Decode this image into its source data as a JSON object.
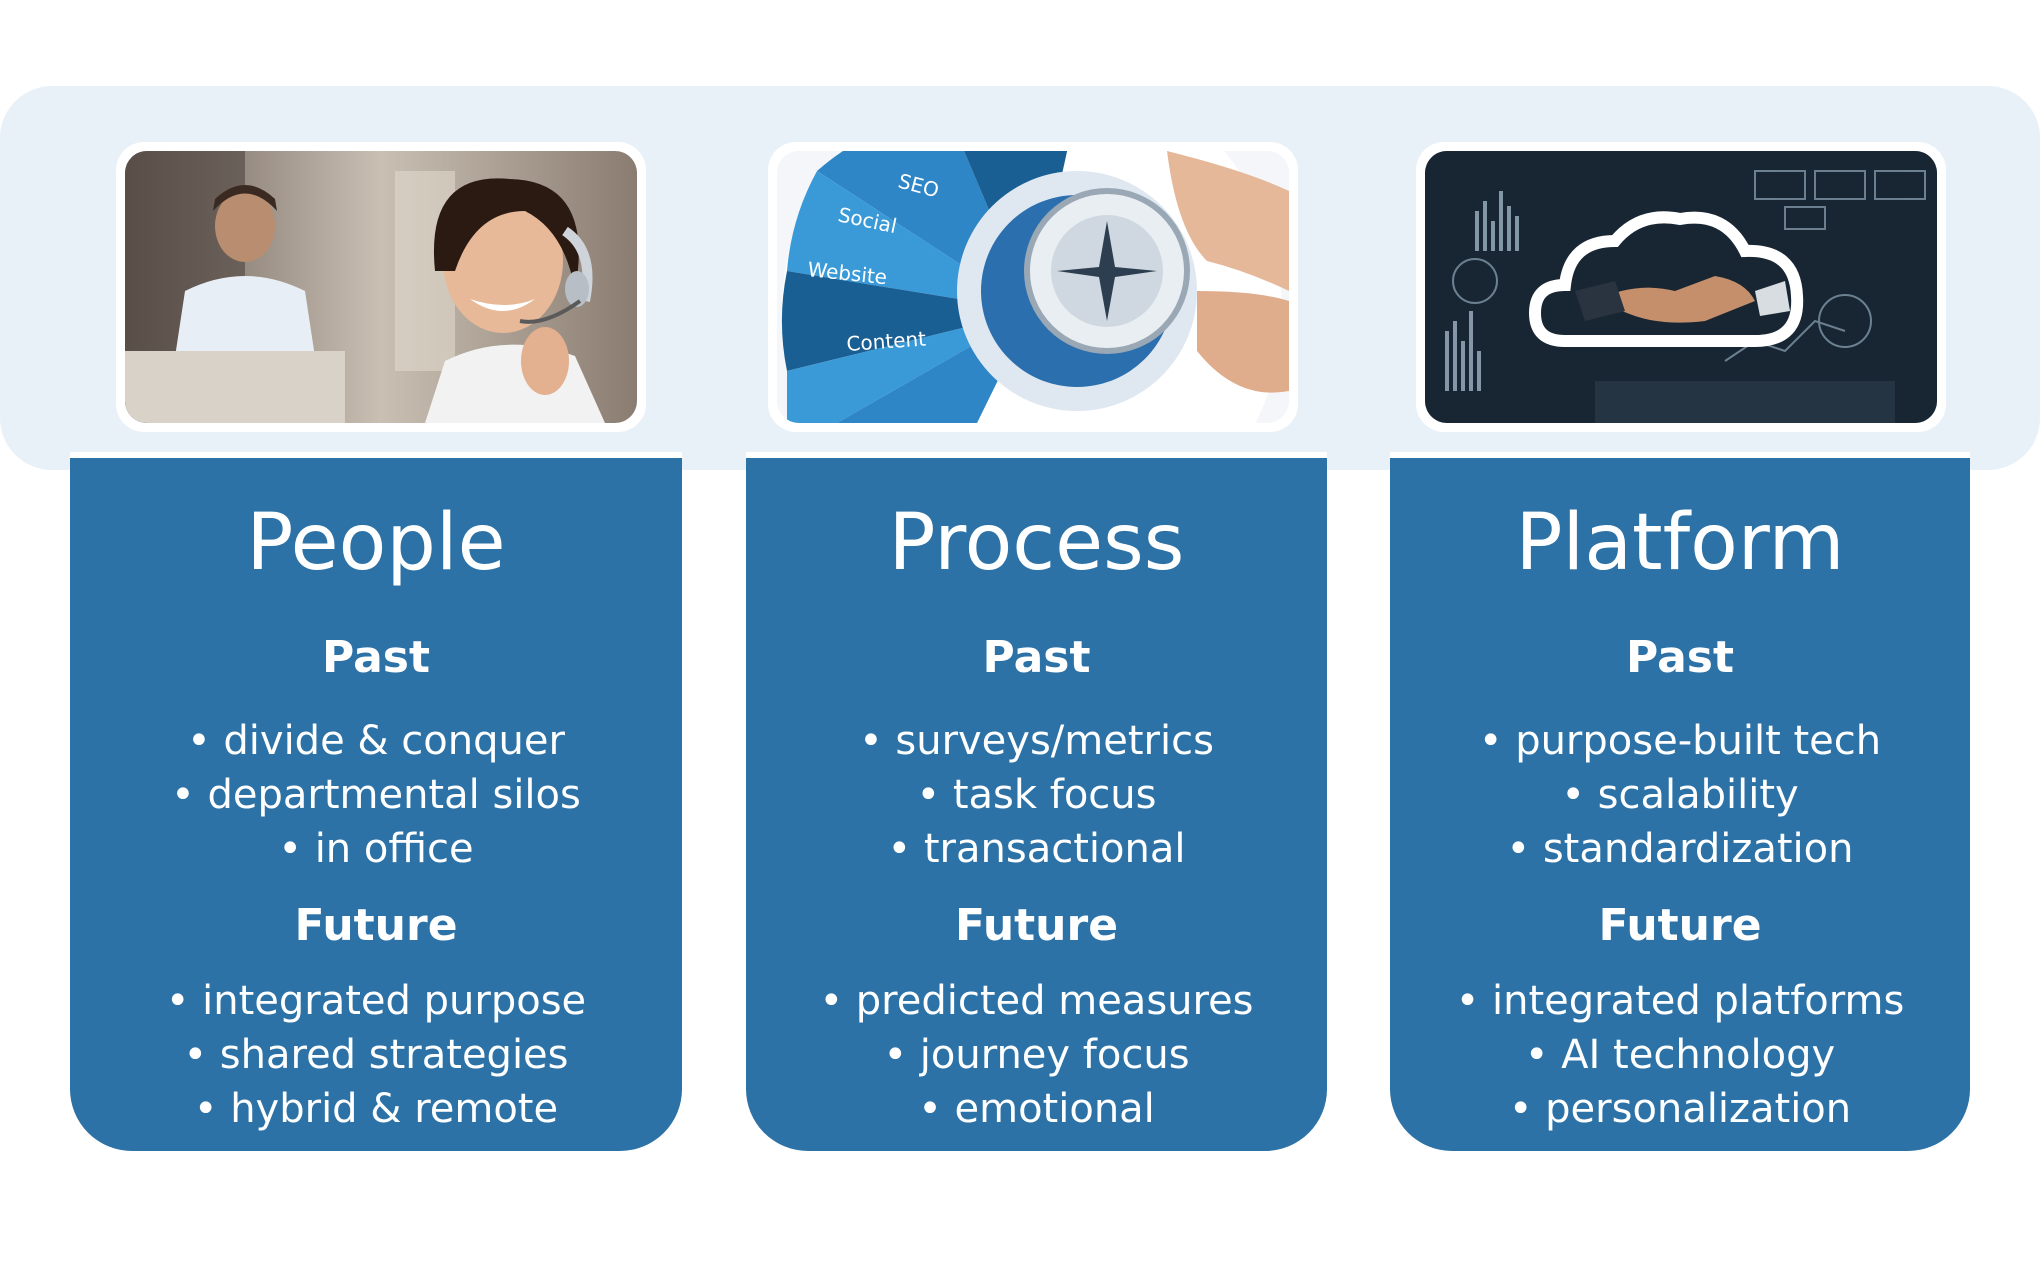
{
  "columns": [
    {
      "title": "People",
      "photo_icon": "headset-agent-photo",
      "past_label": "Past",
      "past": [
        "divide & conquer",
        "departmental silos",
        "in office"
      ],
      "future_label": "Future",
      "future": [
        "integrated purpose",
        "shared strategies",
        "hybrid & remote"
      ]
    },
    {
      "title": "Process",
      "photo_icon": "marketing-dial-photo",
      "dial_labels": [
        "SEO",
        "Social",
        "Website",
        "Content"
      ],
      "past_label": "Past",
      "past": [
        "surveys/metrics",
        "task focus",
        "transactional"
      ],
      "future_label": "Future",
      "future": [
        "predicted measures",
        "journey focus",
        "emotional"
      ]
    },
    {
      "title": "Platform",
      "photo_icon": "cloud-handshake-photo",
      "past_label": "Past",
      "past": [
        "purpose-built tech",
        "scalability",
        "standardization"
      ],
      "future_label": "Future",
      "future": [
        "integrated platforms",
        "AI technology",
        "personalization"
      ]
    }
  ],
  "colors": {
    "card": "#2c72a6",
    "band": "#e8f0f8",
    "text": "#ffffff"
  }
}
